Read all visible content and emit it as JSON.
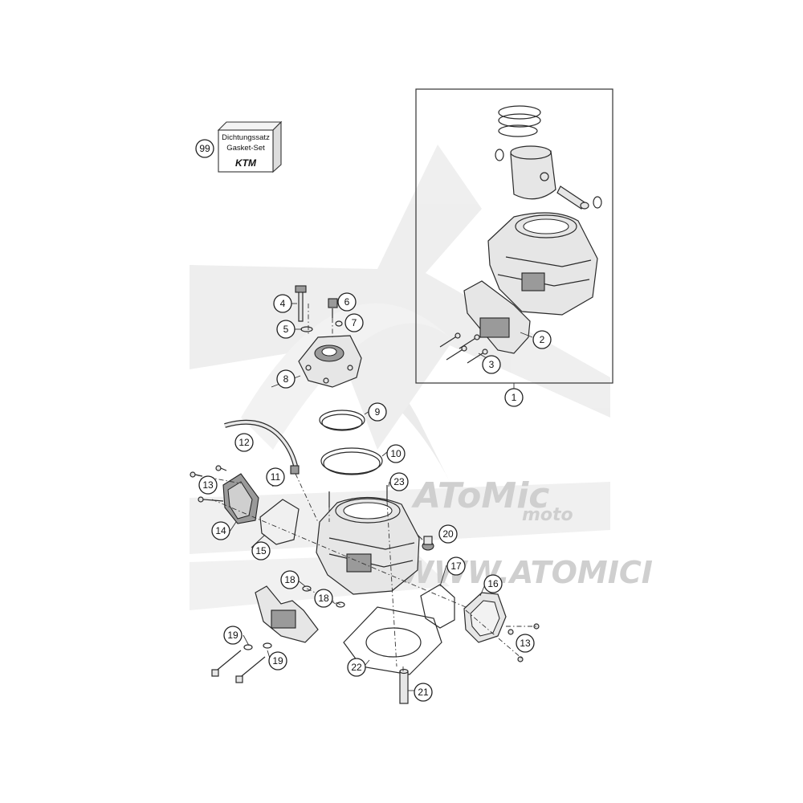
{
  "gasket_set": {
    "line1": "Dichtungssatz",
    "line2": "Gasket-Set",
    "brand": "KTM"
  },
  "watermark": {
    "logo": "AToMic",
    "sub": "moto",
    "url": "WWW.ATOMICI"
  },
  "callouts": [
    {
      "label": "99"
    },
    {
      "label": "1"
    },
    {
      "label": "2"
    },
    {
      "label": "3"
    },
    {
      "label": "4"
    },
    {
      "label": "5"
    },
    {
      "label": "6"
    },
    {
      "label": "7"
    },
    {
      "label": "8"
    },
    {
      "label": "9"
    },
    {
      "label": "10"
    },
    {
      "label": "11"
    },
    {
      "label": "12"
    },
    {
      "label": "13"
    },
    {
      "label": "14"
    },
    {
      "label": "15"
    },
    {
      "label": "16"
    },
    {
      "label": "17"
    },
    {
      "label": "18"
    },
    {
      "label": "18"
    },
    {
      "label": "19"
    },
    {
      "label": "19"
    },
    {
      "label": "20"
    },
    {
      "label": "21"
    },
    {
      "label": "22"
    },
    {
      "label": "23"
    },
    {
      "label": "13"
    }
  ]
}
